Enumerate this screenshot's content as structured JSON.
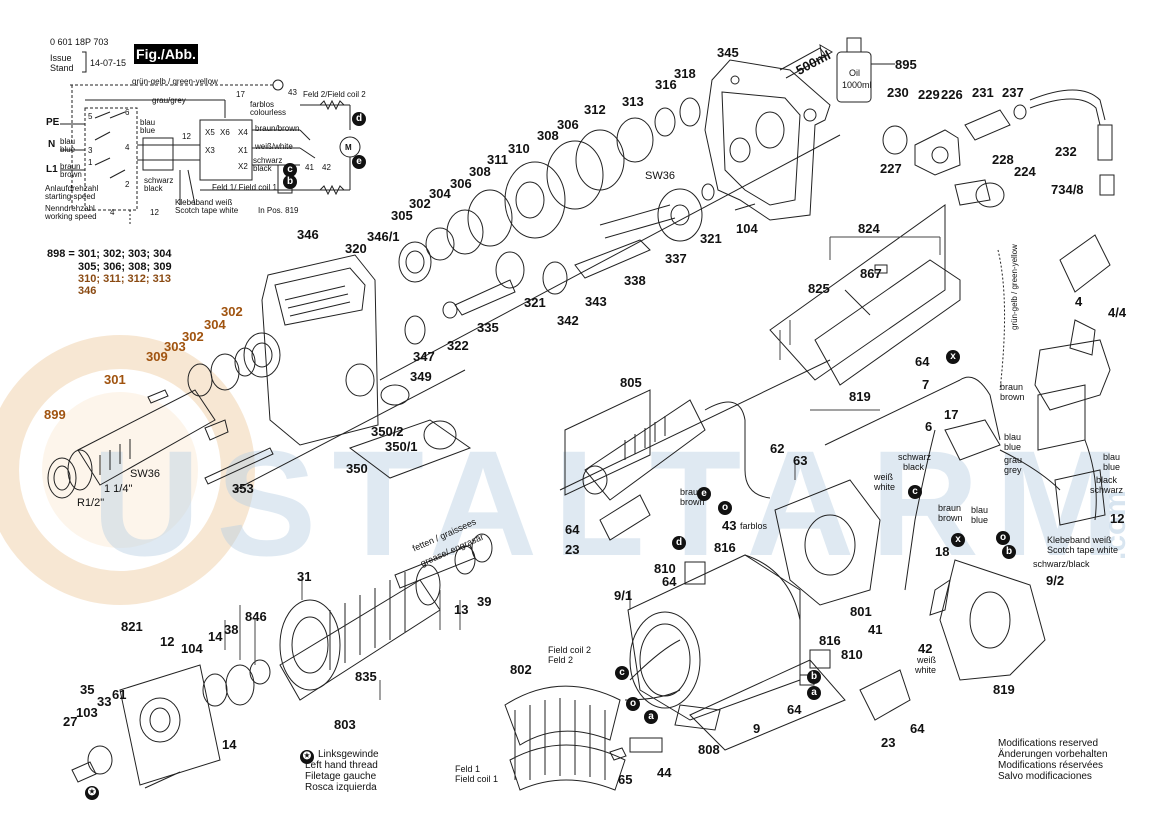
{
  "header": {
    "doc_number": "0 601 18P 703",
    "fig_label": "Fig./Abb. 1",
    "issue_label": "Issue",
    "stand_label": "Stand",
    "issue_date": "14-07-15"
  },
  "wiring": {
    "gruen_gelb": "grün-gelb / green-yellow",
    "grau": "grau/grey",
    "pe": "PE",
    "n": "N",
    "l1": "L1",
    "blau_blue_a": "blau",
    "blau_blue_b": "blue",
    "braun_a": "braun",
    "braun_b": "brown",
    "t5": "5",
    "t6": "6",
    "t3": "3",
    "t4": "4",
    "t1": "1",
    "t2": "2",
    "t17": "17",
    "t43": "43",
    "t41": "41",
    "t42": "42",
    "t12": "12",
    "t4b": "4",
    "blau2_a": "blau",
    "blau2_b": "blue",
    "schwarz_a": "schwarz",
    "schwarz_b": "black",
    "farblos_a": "farblos",
    "farblos_b": "colourless",
    "feld2": "Feld 2/Field coil 2",
    "feld1": "Feld 1/ Field coil 1",
    "braun_brown": "braun/brown",
    "weiss_white": "weiß/white",
    "schwarz_black_a": "schwarz",
    "schwarz_black_b": "black",
    "x5": "X5",
    "x6": "X6",
    "x4": "X4",
    "x3": "X3",
    "x1": "X1",
    "x2": "X2",
    "anlauf_a": "Anlaufdrehzahl",
    "anlauf_b": "starting speed",
    "nenn_a": "Nenndrehzahl",
    "nenn_b": "working speed",
    "klebe_a": "Klebeband weiß",
    "klebe_b": "Scotch tape white",
    "inpos": "In Pos. 819",
    "m": "M"
  },
  "kit": {
    "line1": "898 = 301; 302; 303; 304",
    "line2": "305; 306; 308; 309",
    "line3": "310; 311; 312; 313",
    "line4": "346"
  },
  "labels": {
    "p345": "345",
    "p500": "500ml",
    "p895": "895",
    "oil_a": "Oil",
    "oil_b": "1000ml",
    "p318": "318",
    "p316": "316",
    "p313": "313",
    "p312": "312",
    "p306a": "306",
    "p308a": "308",
    "p310": "310",
    "p311": "311",
    "p306b": "306",
    "p308b": "308",
    "p304a": "304",
    "p302a": "302",
    "p305": "305",
    "sw36a": "SW36",
    "p321a": "321",
    "p104a": "104",
    "p337": "337",
    "p338": "338",
    "p343": "343",
    "p342": "342",
    "p321b": "321",
    "p335": "335",
    "p322": "322",
    "p230": "230",
    "p229": "229",
    "p226": "226",
    "p231": "231",
    "p237": "237",
    "p227": "227",
    "p228": "228",
    "p224": "224",
    "p232": "232",
    "p734": "734/8",
    "p346": "346",
    "p320": "320",
    "p3461": "346/1",
    "p302b": "302",
    "p304b": "304",
    "p302c": "302",
    "p303": "303",
    "p309": "309",
    "p301": "301",
    "p899": "899",
    "p347": "347",
    "p349": "349",
    "p3502": "350/2",
    "p3501": "350/1",
    "p350": "350",
    "p353": "353",
    "sw36b": "SW36",
    "thread_a": "1 1/4\"",
    "thread_b": "R1/2\"",
    "p824": "824",
    "p867": "867",
    "p825": "825",
    "p4": "4",
    "p44": "4/4",
    "gg_vert": "grün-gelb / green-yellow",
    "p64a": "64",
    "p7": "7",
    "p819a": "819",
    "p6": "6",
    "p17": "17",
    "braun_c": "braun",
    "brown_c": "brown",
    "blau_c": "blau",
    "blue_c": "blue",
    "grau_c": "grau",
    "grey_c": "grey",
    "blau_d": "blau",
    "blue_d": "blue",
    "black_d": "black",
    "schwarz_d": "schwarz",
    "p12": "12",
    "klebe_c": "Klebeband weiß",
    "klebe_d": "Scotch tape white",
    "schwarz_black2": "schwarz/black",
    "p805": "805",
    "p62": "62",
    "p63": "63",
    "schwarz_e": "schwarz",
    "black_e": "black",
    "weiss_a": "weiß",
    "white_a": "white",
    "braun_e": "braun",
    "brown_e": "brown",
    "blau_e": "blau",
    "blue_e": "blue",
    "p18": "18",
    "p92": "9/2",
    "braun_f": "braun",
    "brown_f": "brown",
    "p43": "43",
    "farblos2": "farblos",
    "p64b": "64",
    "p23a": "23",
    "p816a": "816",
    "p810a": "810",
    "p64c": "64",
    "fetten_a": "fetten / graissees",
    "fetten_b": "grease/ engrasar",
    "p13": "13",
    "p39": "39",
    "p31": "31",
    "p91": "9/1",
    "p801": "801",
    "p41": "41",
    "p42": "42",
    "weiss_b": "weiß",
    "white_b": "white",
    "p816b": "816",
    "p810b": "810",
    "p819b": "819",
    "p821": "821",
    "p12b": "12",
    "p846": "846",
    "p104b": "104",
    "p14a": "14",
    "p38": "38",
    "p835": "835",
    "p803": "803",
    "p14b": "14",
    "p33": "33",
    "p61": "61",
    "p35": "35",
    "p103": "103",
    "p27": "27",
    "p802": "802",
    "fc2": "Field coil 2",
    "f2": "Feld 2",
    "p808": "808",
    "p9": "9",
    "p64d": "64",
    "p23b": "23",
    "p64e": "64",
    "feld1b": "Feld 1",
    "fc1": "Field coil 1",
    "p65": "65",
    "p44b": "44",
    "lh1": "Linksgewinde",
    "lh2": "Left hand thread",
    "lh3": "Filetage gauche",
    "lh4": "Rosca izquierda",
    "mod1": "Modifications reserved",
    "mod2": "Änderungen vorbehalten",
    "mod3": "Modifications réservées",
    "mod4": "Salvo modificaciones",
    "ca": "a",
    "cb": "b",
    "cc": "c",
    "cd": "d",
    "ce": "e",
    "co": "o",
    "cx": "x"
  },
  "watermark": {
    "text": "USTALTARM",
    "dotcom": ".com"
  },
  "colors": {
    "kit_orange": "#8a4a12",
    "watermark": "#9dbbd6",
    "watermark_circle": "#e8c39a"
  }
}
